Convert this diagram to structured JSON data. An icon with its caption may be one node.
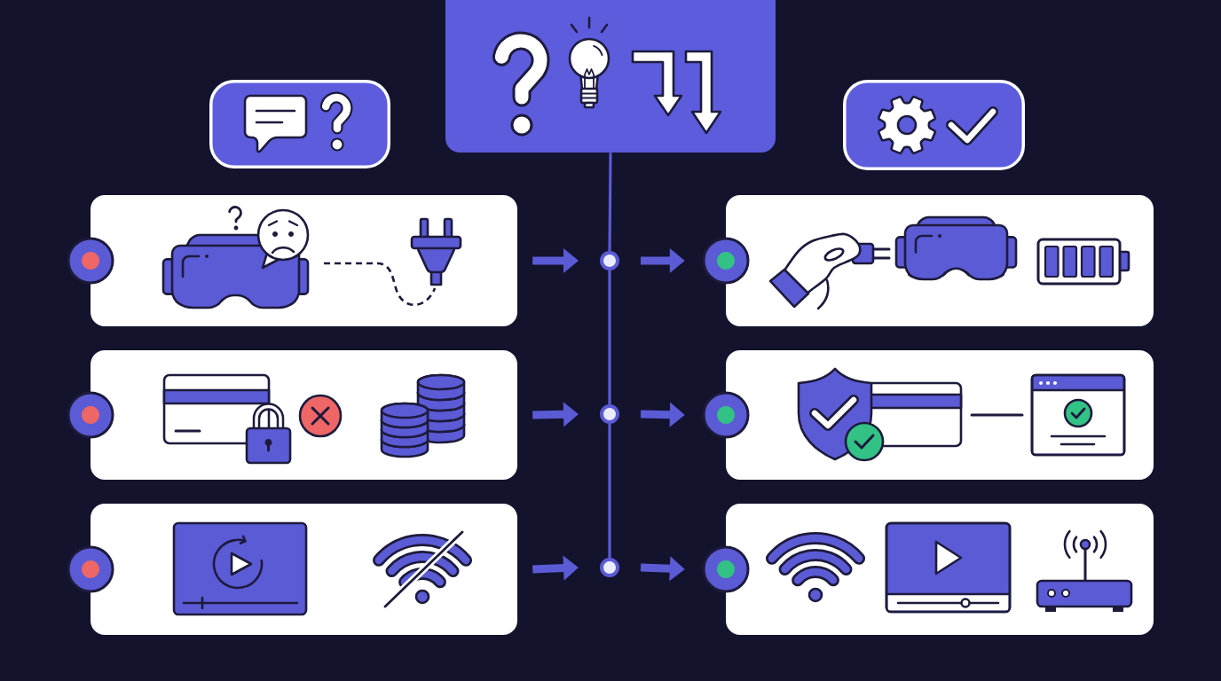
{
  "diagram": {
    "nodes": [
      {
        "text": [],
        "shape": "box"
      },
      {
        "text": [],
        "shape": "box"
      },
      {
        "text": [],
        "shape": "box"
      },
      {
        "text": [],
        "shape": "box"
      },
      {
        "text": [],
        "shape": "circle"
      },
      {
        "text": [],
        "shape": "box"
      },
      {
        "text": [],
        "shape": "box"
      },
      {
        "text": [],
        "shape": "circle"
      },
      {
        "text": [],
        "shape": "box"
      },
      {
        "text": [],
        "shape": "box"
      },
      {
        "text": [],
        "shape": "circle"
      },
      {
        "text": [],
        "shape": "box"
      }
    ],
    "edges": [
      {
        "from": 0,
        "to": 4,
        "arrow": "none"
      },
      {
        "from": 4,
        "to": 7,
        "arrow": "none"
      },
      {
        "from": 7,
        "to": 10,
        "arrow": "none"
      },
      {
        "from": 3,
        "to": 4,
        "arrow": "to"
      },
      {
        "from": 4,
        "to": 5,
        "arrow": "to"
      },
      {
        "from": 6,
        "to": 7,
        "arrow": "to"
      },
      {
        "from": 7,
        "to": 8,
        "arrow": "to"
      },
      {
        "from": 9,
        "to": 10,
        "arrow": "to"
      },
      {
        "from": 10,
        "to": 11,
        "arrow": "to"
      }
    ]
  }
}
